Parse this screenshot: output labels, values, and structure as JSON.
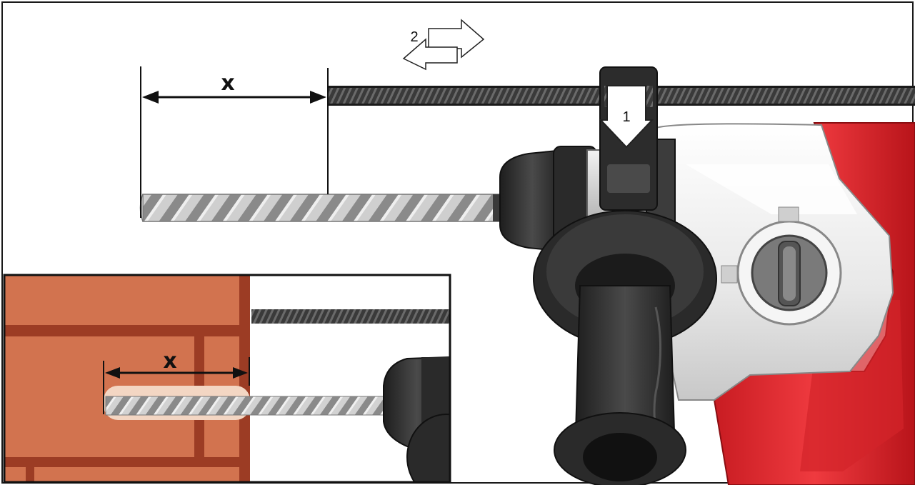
{
  "labels": {
    "depth_main": "x",
    "depth_inset": "x",
    "step_clamp": "1",
    "step_slide": "2"
  },
  "colors": {
    "frame": "#1a1a1a",
    "brick": "#d2734f",
    "mortar": "#9c3c24",
    "hole_glow": "#f3d6c3",
    "drill_body": "#e02a30",
    "drill_white": "#eeeeee",
    "drill_dark": "#2e2e2e",
    "bit": "#b8b8b8"
  }
}
